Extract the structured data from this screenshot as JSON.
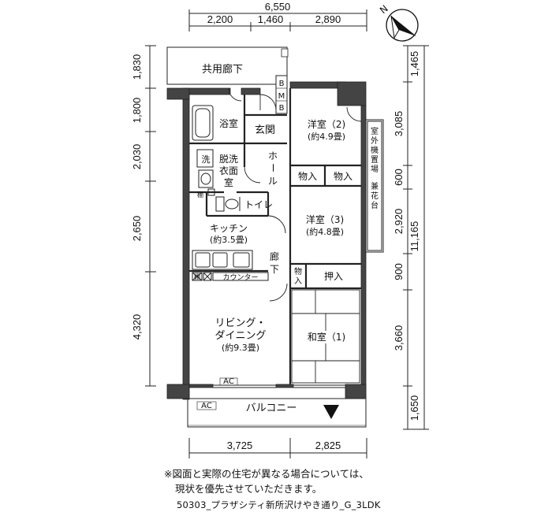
{
  "dims": {
    "top_total": "6,550",
    "top_parts": [
      "2,200",
      "1,460",
      "2,890"
    ],
    "bottom_parts": [
      "3,725",
      "2,825"
    ],
    "left_parts": [
      "1,830",
      "1,800",
      "2,030",
      "2,650",
      "4,320"
    ],
    "right_parts": [
      "1,465",
      "3,085",
      "600",
      "2,920",
      "900",
      "3,660",
      "1,650"
    ],
    "right_total": "11,165"
  },
  "rooms": {
    "common_corridor": "共用廊下",
    "bathroom": "浴室",
    "entrance": "玄関",
    "washroom_1": "脱洗",
    "washroom_2": "衣面",
    "washroom_3": "室",
    "washer": "洗",
    "shelf_1": "棚",
    "hall_1": "ホ",
    "hall_2": "ー",
    "hall_3": "ル",
    "toilet": "トイレ",
    "kitchen": "キッチン",
    "kitchen_size": "(約3.5畳)",
    "shelf_2": "棚",
    "counter": "カウンター",
    "corridor_1": "廊",
    "corridor_2": "下",
    "western_2": "洋室（2)",
    "western_2_size": "(約4.9畳)",
    "storage_a": "物入",
    "storage_b": "物入",
    "western_3": "洋室（3)",
    "western_3_size": "(約4.8畳)",
    "storage_c_1": "物",
    "storage_c_2": "入",
    "closet": "押入",
    "japanese_1": "和室（1)",
    "living_1": "リビング・",
    "living_2": "ダイニング",
    "living_size": "(約9.3畳)",
    "balcony": "バルコニー",
    "ac_1": "AC",
    "ac_2": "AC",
    "bmb_1": "B",
    "bmb_2": "M",
    "bmb_3": "B",
    "outdoor_unit": [
      "室",
      "外",
      "機",
      "置",
      "場"
    ],
    "flower_stand": [
      "兼",
      "花",
      "台"
    ]
  },
  "compass": "N",
  "note_line1": "※図面と実際の住宅が異なる場合については、",
  "note_line2": "現状を優先させていただきます。",
  "footer": "50303_プラザシティ新所沢けやき通り_G_3LDK"
}
